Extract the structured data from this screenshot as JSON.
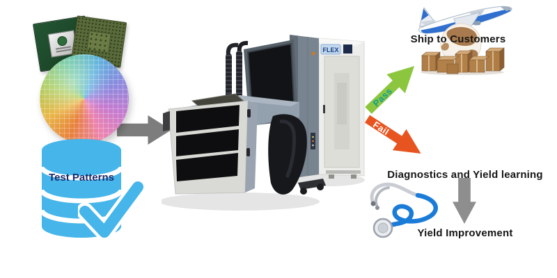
{
  "flow": {
    "test_patterns_label": "Test Patterns",
    "machine_badge": "FLEX",
    "pass_label": "Pass",
    "fail_label": "Fail",
    "ship_label": "Ship to Customers",
    "diagnostics_label": "Diagnostics and Yield learning",
    "yield_label": "Yield Improvement"
  },
  "images": {
    "chips": "packaged-semiconductor-chips",
    "wafer": "silicon-wafer",
    "database": "test-patterns-database-cylinder",
    "checkmark": "blue-checkmark",
    "machine": "ate-flex-tester-machine",
    "airplane": "cargo-airplane",
    "globe_boxes": "globe-with-shipping-boxes",
    "stethoscope": "stethoscope",
    "arrow_right": "gray-right-arrow",
    "arrow_down": "gray-down-arrow"
  },
  "colors": {
    "pass_arrow": "#8CC63E",
    "pass_text": "#0E9E96",
    "fail_arrow": "#E8541F",
    "fail_text": "#FFFFFF",
    "database_blue": "#45B5EA",
    "database_text_navy": "#1B2A6B",
    "gray_arrow": "#7D7D7D",
    "label_text": "#151515"
  }
}
